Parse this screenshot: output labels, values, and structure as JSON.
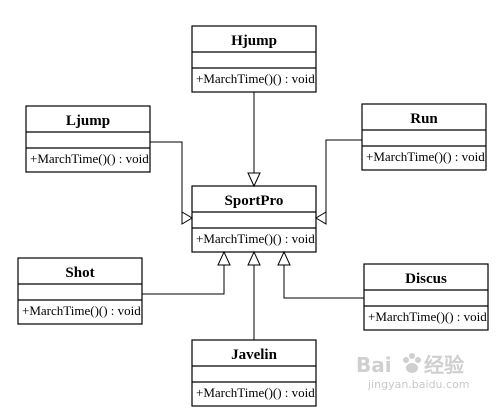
{
  "classes": {
    "hjump": {
      "name": "Hjump",
      "op": "+MarchTime()() : void"
    },
    "ljump": {
      "name": "Ljump",
      "op": "+MarchTime()() : void"
    },
    "run": {
      "name": "Run",
      "op": "+MarchTime()() : void"
    },
    "sportpro": {
      "name": "SportPro",
      "op": "+MarchTime()() : void"
    },
    "shot": {
      "name": "Shot",
      "op": "+MarchTime()() : void"
    },
    "discus": {
      "name": "Discus",
      "op": "+MarchTime()() : void"
    },
    "javelin": {
      "name": "Javelin",
      "op": "+MarchTime()() : void"
    }
  },
  "watermark": {
    "logo": "Bai",
    "logo2": "经验",
    "url": "jingyan.baidu.com"
  }
}
